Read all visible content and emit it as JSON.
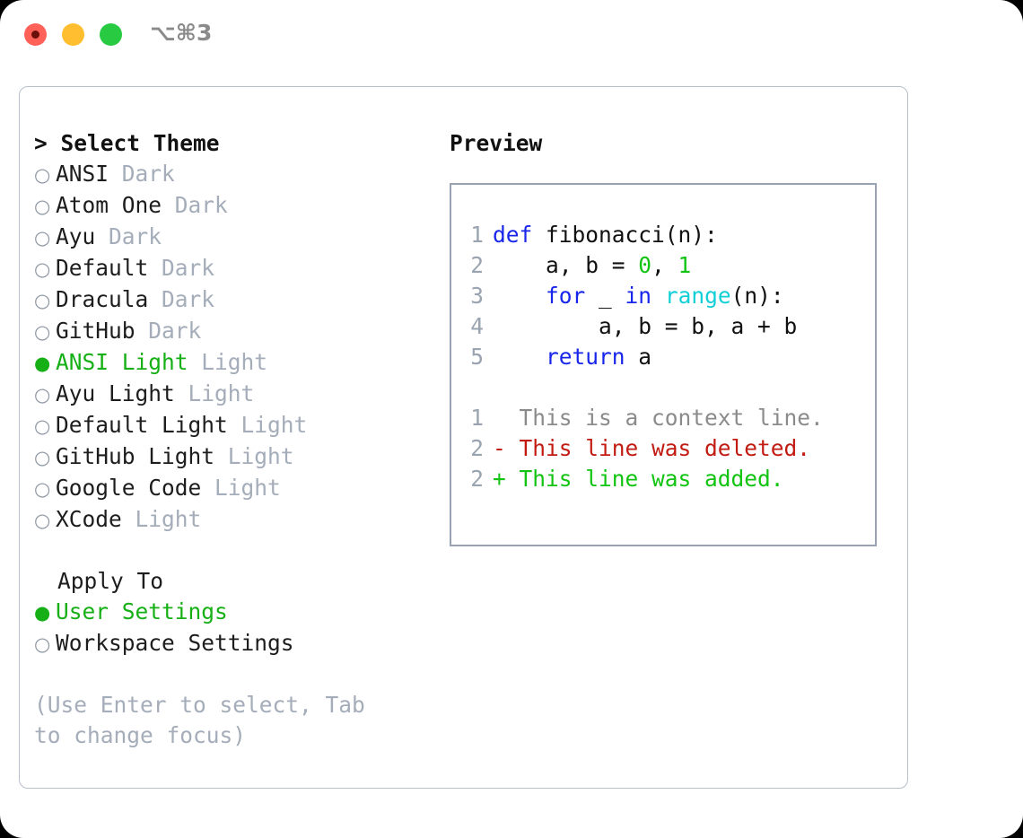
{
  "window": {
    "title": "⌥⌘3",
    "traffic_lights": [
      {
        "name": "close-button",
        "color": "#FF6058"
      },
      {
        "name": "minimize-button",
        "color": "#FFBE2F"
      },
      {
        "name": "maximize-button",
        "color": "#28CA42"
      }
    ]
  },
  "theme_panel": {
    "heading": "> Select Theme",
    "selected_marker": "●",
    "unselected_marker": "○",
    "themes": [
      {
        "name": "ANSI",
        "variant": "Dark",
        "selected": false
      },
      {
        "name": "Atom One",
        "variant": "Dark",
        "selected": false
      },
      {
        "name": "Ayu",
        "variant": "Dark",
        "selected": false
      },
      {
        "name": "Default",
        "variant": "Dark",
        "selected": false
      },
      {
        "name": "Dracula",
        "variant": "Dark",
        "selected": false
      },
      {
        "name": "GitHub",
        "variant": "Dark",
        "selected": false
      },
      {
        "name": "ANSI Light",
        "variant": "Light",
        "selected": true
      },
      {
        "name": "Ayu Light",
        "variant": "Light",
        "selected": false
      },
      {
        "name": "Default Light",
        "variant": "Light",
        "selected": false
      },
      {
        "name": "GitHub Light",
        "variant": "Light",
        "selected": false
      },
      {
        "name": "Google Code",
        "variant": "Light",
        "selected": false
      },
      {
        "name": "XCode",
        "variant": "Light",
        "selected": false
      }
    ],
    "apply_to_heading": "Apply To",
    "apply_to_options": [
      {
        "name": "User Settings",
        "selected": true
      },
      {
        "name": "Workspace Settings",
        "selected": false
      }
    ],
    "hint": "(Use Enter to select, Tab to change focus)"
  },
  "preview": {
    "label": "Preview",
    "code_lines": [
      {
        "no": "1",
        "tokens": [
          {
            "t": "def ",
            "c": "kw"
          },
          {
            "t": "fibonacci(n):",
            "c": "txt"
          }
        ]
      },
      {
        "no": "2",
        "tokens": [
          {
            "t": "    a, b = ",
            "c": "txt"
          },
          {
            "t": "0",
            "c": "num"
          },
          {
            "t": ", ",
            "c": "txt"
          },
          {
            "t": "1",
            "c": "num"
          }
        ]
      },
      {
        "no": "3",
        "tokens": [
          {
            "t": "    ",
            "c": "txt"
          },
          {
            "t": "for",
            "c": "kw"
          },
          {
            "t": " _ ",
            "c": "txt"
          },
          {
            "t": "in",
            "c": "kw"
          },
          {
            "t": " ",
            "c": "txt"
          },
          {
            "t": "range",
            "c": "fn"
          },
          {
            "t": "(n):",
            "c": "txt"
          }
        ]
      },
      {
        "no": "4",
        "tokens": [
          {
            "t": "        a, b = b, a + b",
            "c": "txt"
          }
        ]
      },
      {
        "no": "5",
        "tokens": [
          {
            "t": "    ",
            "c": "txt"
          },
          {
            "t": "return",
            "c": "kw"
          },
          {
            "t": " a",
            "c": "txt"
          }
        ]
      }
    ],
    "diff_lines": [
      {
        "no": "1",
        "text": "  This is a context line.",
        "kind": "ctx"
      },
      {
        "no": "2",
        "text": "- This line was deleted.",
        "kind": "del"
      },
      {
        "no": "2",
        "text": "+ This line was added.",
        "kind": "add"
      }
    ]
  },
  "colors": {
    "accent_green": "#16b016",
    "muted": "#a4adb9",
    "keyword_blue": "#1826ea",
    "number_green": "#12c412",
    "function_cyan": "#11cfd6",
    "diff_delete_red": "#c21b12",
    "diff_add_green": "#12c412",
    "panel_border": "#b7bfca",
    "preview_border": "#97a3b2"
  }
}
